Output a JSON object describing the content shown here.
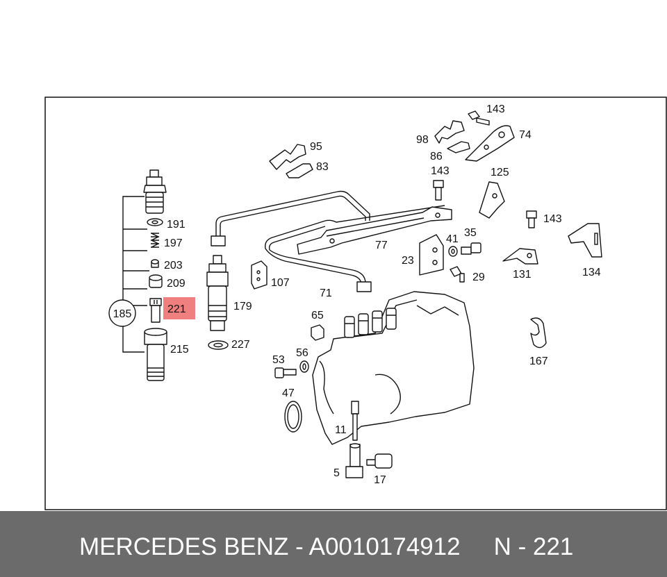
{
  "diagram": {
    "highlight_color": "#f08080",
    "highlighted_part": "221",
    "group_label": "185",
    "parts": [
      {
        "id": "p143a",
        "label": "143"
      },
      {
        "id": "p98",
        "label": "98"
      },
      {
        "id": "p74",
        "label": "74"
      },
      {
        "id": "p86",
        "label": "86"
      },
      {
        "id": "p95",
        "label": "95"
      },
      {
        "id": "p83",
        "label": "83"
      },
      {
        "id": "p143b",
        "label": "143"
      },
      {
        "id": "p125",
        "label": "125"
      },
      {
        "id": "p191",
        "label": "191"
      },
      {
        "id": "p197",
        "label": "197"
      },
      {
        "id": "p203",
        "label": "203"
      },
      {
        "id": "p209",
        "label": "209"
      },
      {
        "id": "p221",
        "label": "221"
      },
      {
        "id": "p215",
        "label": "215"
      },
      {
        "id": "p77",
        "label": "77"
      },
      {
        "id": "p41",
        "label": "41"
      },
      {
        "id": "p35",
        "label": "35"
      },
      {
        "id": "p143c",
        "label": "143"
      },
      {
        "id": "p23",
        "label": "23"
      },
      {
        "id": "p29",
        "label": "29"
      },
      {
        "id": "p131",
        "label": "131"
      },
      {
        "id": "p134",
        "label": "134"
      },
      {
        "id": "p107",
        "label": "107"
      },
      {
        "id": "p71",
        "label": "71"
      },
      {
        "id": "p179",
        "label": "179"
      },
      {
        "id": "p65",
        "label": "65"
      },
      {
        "id": "p227",
        "label": "227"
      },
      {
        "id": "p167",
        "label": "167"
      },
      {
        "id": "p53",
        "label": "53"
      },
      {
        "id": "p56",
        "label": "56"
      },
      {
        "id": "p47",
        "label": "47"
      },
      {
        "id": "p11",
        "label": "11"
      },
      {
        "id": "p5",
        "label": "5"
      },
      {
        "id": "p17",
        "label": "17"
      }
    ]
  },
  "footer": {
    "brand_part": "MERCEDES BENZ - A0010174912",
    "ref": "N - 221",
    "background": "#6b6b6b",
    "text_color": "#ffffff"
  }
}
